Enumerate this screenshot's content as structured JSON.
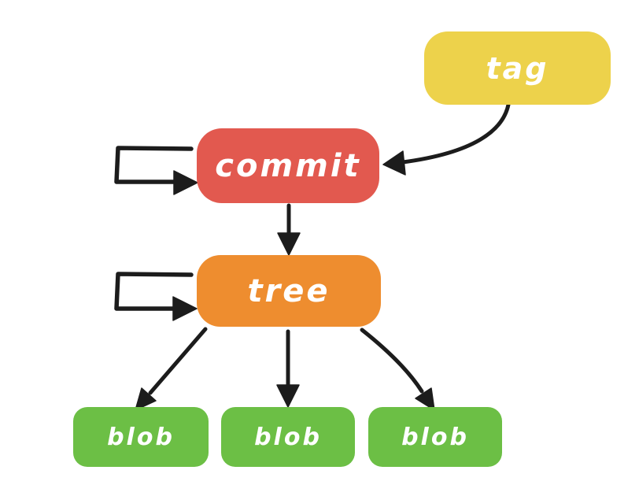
{
  "canvas": {
    "background": "#ffffff",
    "ink_color": "#1c1c1c",
    "text_color": "#ffffff"
  },
  "nodes": {
    "tag": {
      "label": "tag",
      "color": "#edd24b"
    },
    "commit": {
      "label": "commit",
      "color": "#e2594f"
    },
    "tree": {
      "label": "tree",
      "color": "#ee8d2f"
    },
    "blob1": {
      "label": "blob",
      "color": "#6cbf45"
    },
    "blob2": {
      "label": "blob",
      "color": "#6cbf45"
    },
    "blob3": {
      "label": "blob",
      "color": "#6cbf45"
    }
  },
  "edges": [
    {
      "from": "tag",
      "to": "commit",
      "style": "curved-arrow"
    },
    {
      "from": "commit",
      "to": "commit",
      "style": "self-loop"
    },
    {
      "from": "commit",
      "to": "tree",
      "style": "straight-arrow"
    },
    {
      "from": "tree",
      "to": "tree",
      "style": "self-loop"
    },
    {
      "from": "tree",
      "to": "blob1",
      "style": "curved-arrow"
    },
    {
      "from": "tree",
      "to": "blob2",
      "style": "straight-arrow"
    },
    {
      "from": "tree",
      "to": "blob3",
      "style": "curved-arrow"
    }
  ]
}
